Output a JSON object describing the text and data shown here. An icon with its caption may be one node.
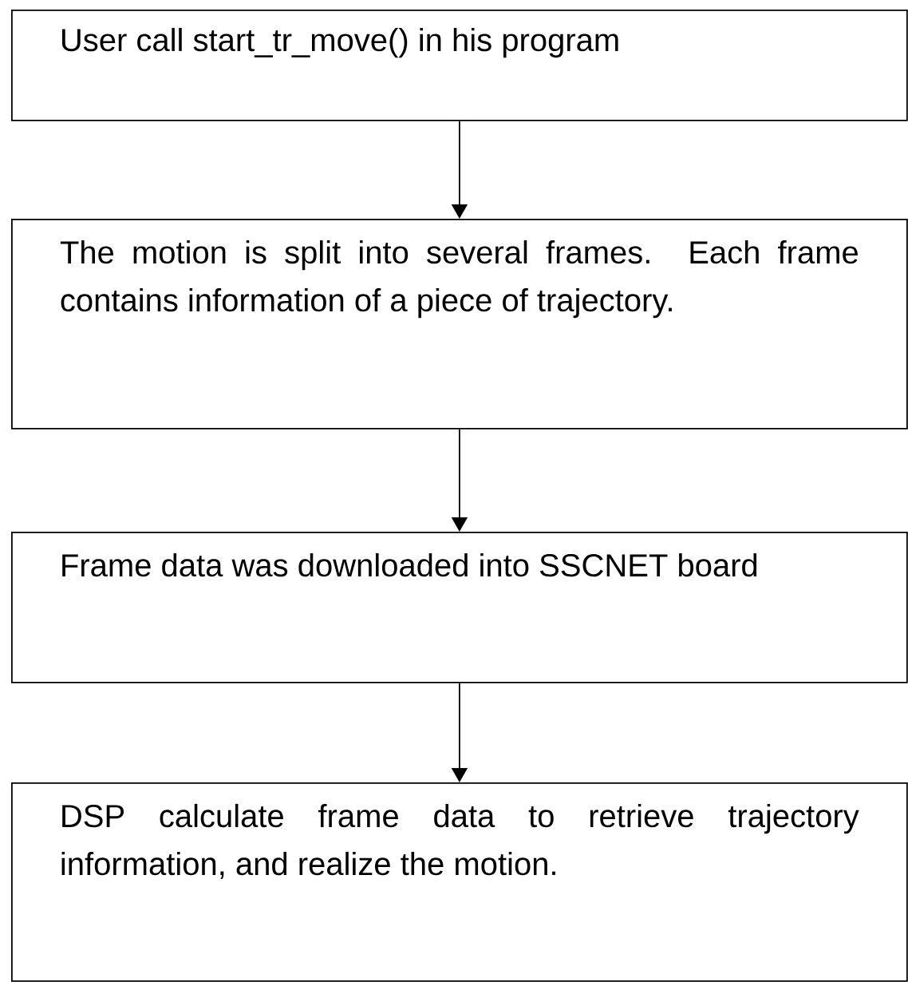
{
  "diagram": {
    "nodes": [
      {
        "text": [
          "User call start_tr_move() in his program"
        ]
      },
      {
        "text": [
          "The motion is split into several frames. Each frame contains information of a piece of trajectory."
        ]
      },
      {
        "text": [
          "Frame data was downloaded into SSCNET board"
        ]
      },
      {
        "text": [
          "DSP calculate frame data to retrieve trajectory information, and realize the motion."
        ]
      }
    ],
    "edges": [
      {
        "from": 0,
        "to": 1,
        "arrow": "to"
      },
      {
        "from": 1,
        "to": 2,
        "arrow": "to"
      },
      {
        "from": 2,
        "to": 3,
        "arrow": "to"
      }
    ]
  }
}
